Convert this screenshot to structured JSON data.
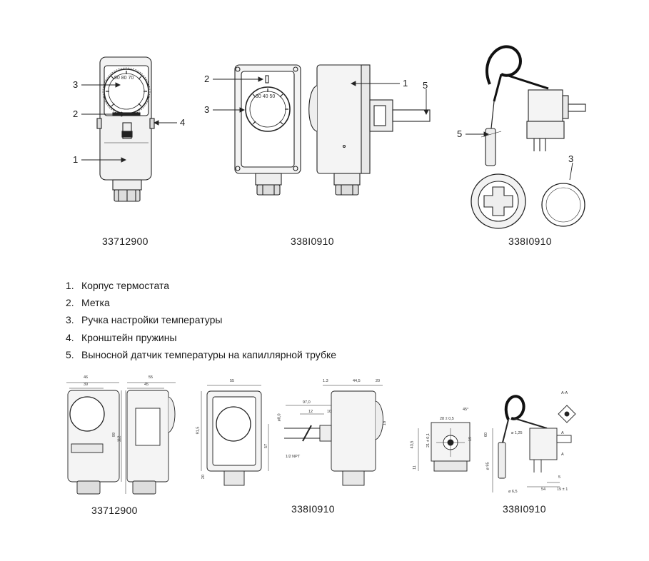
{
  "top": {
    "captions": [
      "33712900",
      "338I0910",
      "338I0910"
    ],
    "callouts_1": [
      "3",
      "2",
      "1",
      "4"
    ],
    "callouts_2": [
      "2",
      "3",
      "1",
      "5"
    ],
    "callouts_3": [
      "5",
      "3"
    ]
  },
  "legend": [
    {
      "num": "1.",
      "text": "Корпус термостата"
    },
    {
      "num": "2.",
      "text": "Метка"
    },
    {
      "num": "3.",
      "text": "Ручка настройки температуры"
    },
    {
      "num": "4.",
      "text": "Кронштейн пружины"
    },
    {
      "num": "5.",
      "text": "Выносной датчик температуры на капиллярной трубке"
    }
  ],
  "bottom": {
    "captions": [
      "33712900",
      "338I0910",
      "338I0910"
    ],
    "dims_1": [
      "46",
      "39",
      "55",
      "45",
      "99",
      "112"
    ],
    "dims_2": [
      "55",
      "91,5",
      "57",
      "20",
      "1.3",
      "44,5",
      "20",
      "97,0",
      "12",
      "10",
      "ø8,0",
      "18",
      "1/2 NPT"
    ],
    "dims_3": [
      "45°",
      "28 ± 0,5",
      "21 ± 0,1",
      "43,5",
      "11",
      "19",
      "A-A",
      "ø 1,25",
      "60",
      "ø 95",
      "ø 6,5",
      "5",
      "54",
      "19 ± 1",
      "A",
      "A"
    ]
  }
}
